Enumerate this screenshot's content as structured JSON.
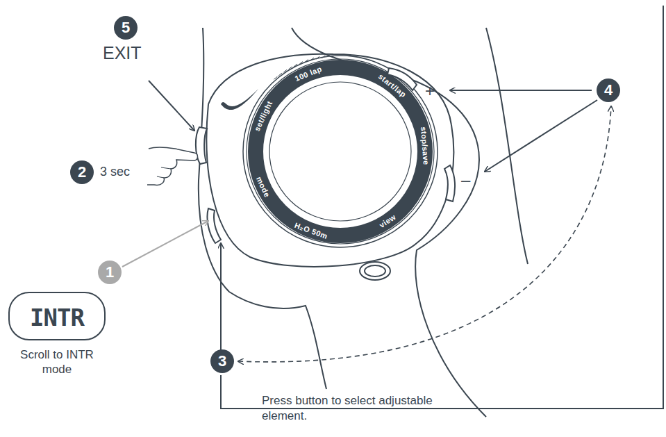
{
  "diagram": {
    "nodes": [
      {
        "text": [
          "5"
        ]
      },
      {
        "text": [
          "2"
        ]
      },
      {
        "text": [
          "1"
        ]
      },
      {
        "text": [
          "INTR",
          "Scroll to INTR mode"
        ]
      },
      {
        "text": [
          "3"
        ]
      },
      {
        "text": [
          "4"
        ]
      }
    ],
    "edges": [
      {
        "from": 4,
        "to": 5,
        "arrow": "both"
      }
    ],
    "labels": [
      "EXIT",
      "3 sec",
      "+",
      "–",
      "Press button to select adjustable element.",
      "100 lap",
      "start/lap",
      "stop/save",
      "view",
      "H₂O 50m",
      "mode",
      "set/light"
    ]
  }
}
